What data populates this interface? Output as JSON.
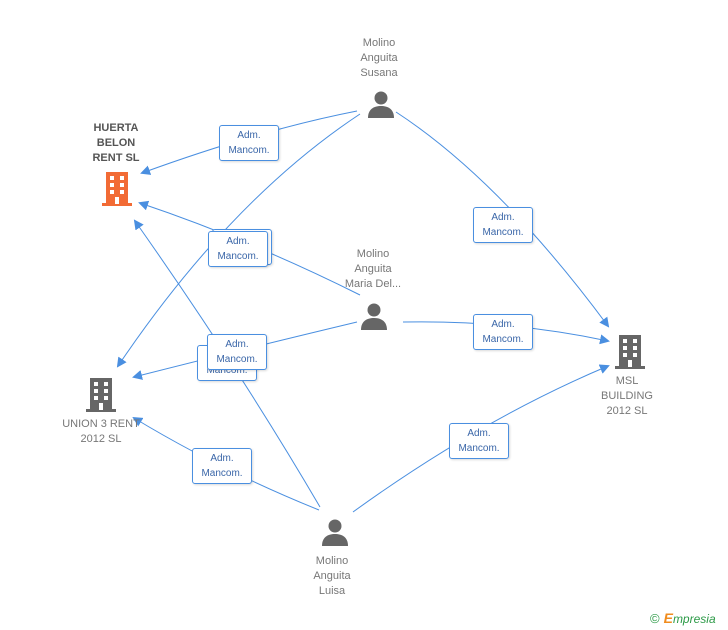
{
  "colors": {
    "edge": "#4a8fe0",
    "person_icon": "#666666",
    "company_icon": "#666666",
    "highlight_company_icon": "#f26b35"
  },
  "nodes": {
    "susana": {
      "lines": [
        "Molino",
        "Anguita",
        "Susana"
      ]
    },
    "maria": {
      "lines": [
        "Molino",
        "Anguita",
        "Maria Del..."
      ]
    },
    "luisa": {
      "lines": [
        "Molino",
        "Anguita",
        "Luisa"
      ]
    },
    "huerta": {
      "lines": [
        "HUERTA",
        "BELON",
        "RENT SL"
      ]
    },
    "union3": {
      "lines": [
        "UNION 3 RENT",
        "2012 SL"
      ]
    },
    "msl": {
      "lines": [
        "MSL",
        "BUILDING",
        "2012 SL"
      ]
    }
  },
  "edge_label": {
    "line1": "Adm.",
    "line2": "Mancom."
  },
  "footer": {
    "copyright": "©",
    "brand_initial": "E",
    "brand_rest": "mpresia"
  }
}
